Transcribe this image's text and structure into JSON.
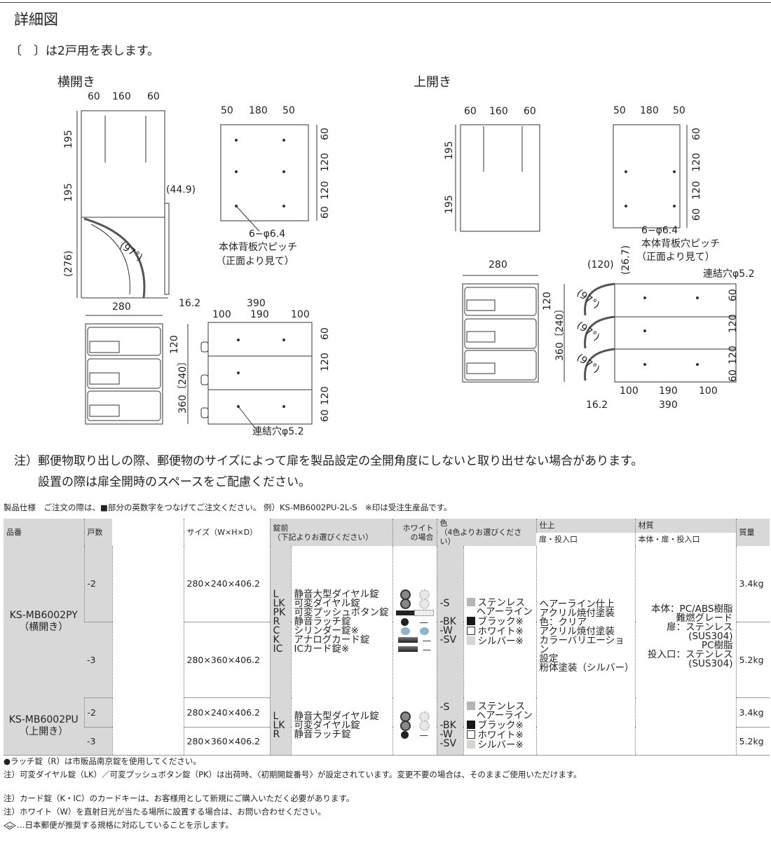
{
  "title": "詳細図",
  "subtitle": "〔　〕は2戸用を表します。",
  "views": {
    "yoko": "横開き",
    "ue": "上開き"
  },
  "drawings": {
    "yoko_side": {
      "w1": "60",
      "w2": "160",
      "w3": "60",
      "h1": "195",
      "h2": "195",
      "door": "(276)",
      "offset": "(44.9)",
      "angle": "(97°)"
    },
    "yoko_back": {
      "w1": "50",
      "w2": "180",
      "w3": "50",
      "v1": "60",
      "v2": "120",
      "v3": "120",
      "v4": "60",
      "holes": "6−φ6.4",
      "pitch": "本体背板穴ピッチ",
      "front": "（正面より見て）"
    },
    "yoko_front": {
      "w": "280",
      "h1": "120",
      "h": "360〔240〕"
    },
    "yoko_bottom": {
      "off": "16.2",
      "d": "390",
      "d1": "100",
      "d2": "190",
      "d3": "100",
      "v1": "60",
      "v2": "120",
      "v3": "120",
      "v4": "60",
      "hole": "連結穴φ5.2"
    },
    "ue_side": {
      "w1": "60",
      "w2": "160",
      "w3": "60",
      "h1": "195",
      "h2": "195"
    },
    "ue_back": {
      "w1": "50",
      "w2": "180",
      "w3": "50",
      "v1": "60",
      "v2": "120",
      "v3": "120",
      "v4": "60",
      "holes": "6−φ6.4",
      "pitch": "本体背板穴ピッチ",
      "front": "（正面より見て）"
    },
    "ue_front": {
      "w": "280",
      "h1": "120",
      "h": "360〔240〕"
    },
    "ue_bottom": {
      "lid": "(120)",
      "lidh": "(26.7)",
      "hole": "連結穴φ5.2",
      "v1": "60",
      "v2": "120",
      "v3": "120",
      "v4": "60",
      "d1": "100",
      "d2": "190",
      "d3": "100",
      "off": "16.2",
      "d": "390",
      "angle": "(97°)"
    }
  },
  "notes": [
    "注）郵便物取り出しの際、郵便物のサイズによって扉を製品設定の全開角度にしないと取り出せない場合があります。",
    "設置の際は扉全開時のスペースをご配慮ください。"
  ],
  "spec": {
    "caption": "製品仕様　ご注文の際は、■部分の英数字をつなげてご注文ください。 例）KS-MB6002PU-2L-S　※印は受注生産品です。",
    "headers": {
      "model": "品番",
      "units": "戸数",
      "size": "サイズ（W×H×D）",
      "lock": "錠前",
      "lock_sub": "（下記よりお選びください）",
      "white": "ホワイトの場合",
      "color": "色",
      "color_sub": "（4色よりお選びください）",
      "finish": "仕上",
      "finish_sub": "扉・投入口",
      "material": "材質",
      "material_sub": "本体・扉・投入口",
      "weight": "質量"
    },
    "rows": [
      {
        "model": "KS-MB6002PY",
        "model_sub": "（横開き）",
        "units": [
          "-2",
          "-3"
        ],
        "sizes": [
          "280×240×406.2",
          "280×360×406.2"
        ],
        "weights": [
          "3.4kg",
          "5.2kg"
        ],
        "locks": [
          {
            "code": "L",
            "name": "静音大型ダイヤル錠"
          },
          {
            "code": "LK",
            "name": "可変ダイヤル錠"
          },
          {
            "code": "PK",
            "name": "可変プッシュボタン錠"
          },
          {
            "code": "R",
            "name": "静音ラッチ錠"
          },
          {
            "code": "C",
            "name": "シリンダー錠※"
          },
          {
            "code": "K",
            "name": "アナログカード錠"
          },
          {
            "code": "IC",
            "name": "ICカード錠※"
          }
        ]
      },
      {
        "model": "KS-MB6002PU",
        "model_sub": "（上開き）",
        "units": [
          "-2",
          "-3"
        ],
        "sizes": [
          "280×240×406.2",
          "280×360×406.2"
        ],
        "weights": [
          "3.4kg",
          "5.2kg"
        ],
        "locks": [
          {
            "code": "L",
            "name": "静音大型ダイヤル錠"
          },
          {
            "code": "LK",
            "name": "可変ダイヤル錠"
          },
          {
            "code": "R",
            "name": "静音ラッチ錠"
          }
        ]
      }
    ],
    "dash": "—",
    "colors": [
      {
        "code": "-S",
        "name": "ステンレス",
        "name2": "ヘアーライン",
        "hex": "#b5b5b5"
      },
      {
        "code": "-BK",
        "name": "ブラック※",
        "hex": "#1a1a1a"
      },
      {
        "code": "-W",
        "name": "ホワイト※",
        "hex": "#ffffff"
      },
      {
        "code": "-SV",
        "name": "シルバー※",
        "hex": "#d6d4cf"
      }
    ],
    "finish": [
      "ヘアーライン仕上",
      "アクリル焼付塗装",
      "色：クリア",
      "アクリル焼付塗装",
      "カラーバリエーション",
      "設定",
      "粉体塗装（シルバー）"
    ],
    "material": [
      "本体：PC/ABS樹脂",
      "難燃グレード",
      "扉：ステンレス",
      "(SUS304)",
      "PC樹脂",
      "投入口：ステンレス",
      "(SUS304)"
    ]
  },
  "footnotes": [
    "●ラッチ錠（R）は市販品南京錠を使用してください。",
    "注）可変ダイヤル錠（LK）／可変プッシュボタン錠（PK）は出荷時、〈初期開錠番号〉が設定されています。変更不要の場合は、そのままご使用いただけます。",
    "注）カード錠（K・IC）のカードキーは、お客様用として新規にご購入いただく必要があります。",
    "注）ホワイト（W）を直射日光が当たる場所に設置する場合は、お問い合わせください。",
    "…日本郵便が推奨する規格に対応していることを示します。"
  ]
}
